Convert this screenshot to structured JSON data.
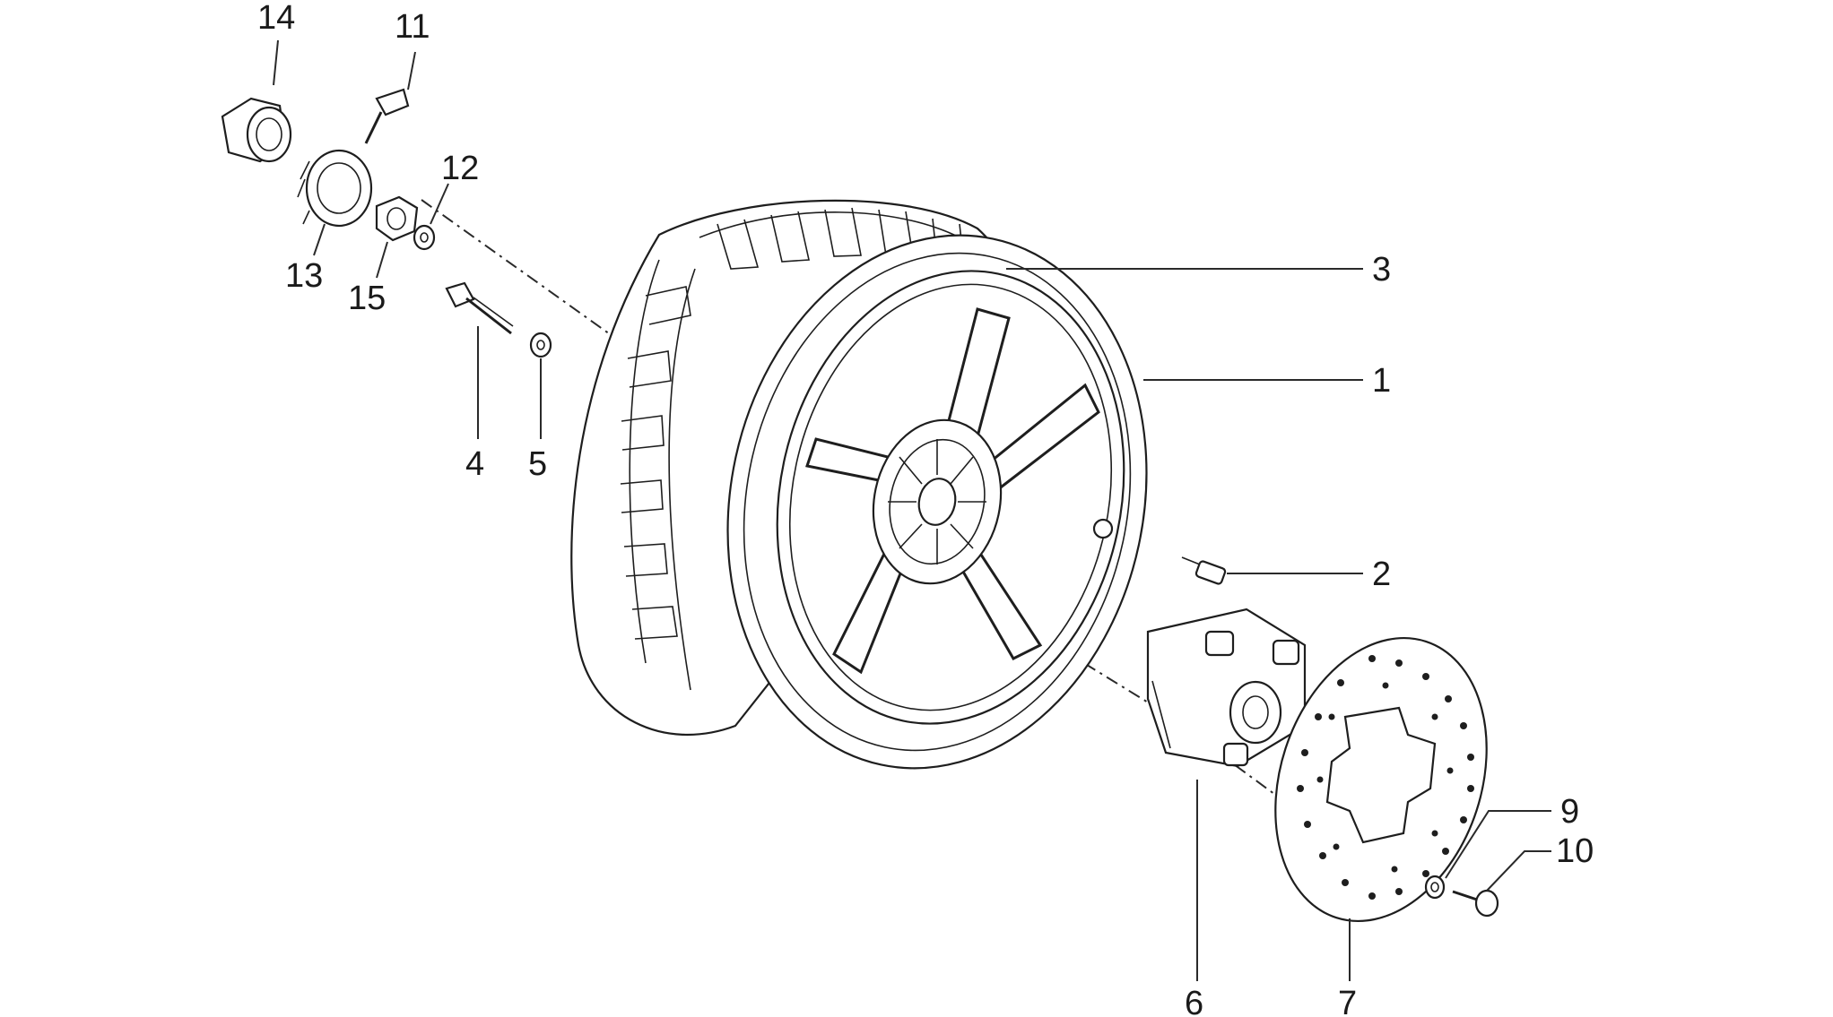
{
  "colors": {
    "line": "#1e1e1e",
    "background": "#ffffff"
  },
  "callouts": [
    {
      "id": "1",
      "text": "1"
    },
    {
      "id": "2",
      "text": "2"
    },
    {
      "id": "3",
      "text": "3"
    },
    {
      "id": "4",
      "text": "4"
    },
    {
      "id": "5",
      "text": "5"
    },
    {
      "id": "6",
      "text": "6"
    },
    {
      "id": "7",
      "text": "7"
    },
    {
      "id": "9",
      "text": "9"
    },
    {
      "id": "10",
      "text": "10"
    },
    {
      "id": "11",
      "text": "11"
    },
    {
      "id": "12",
      "text": "12"
    },
    {
      "id": "13",
      "text": "13"
    },
    {
      "id": "14",
      "text": "14"
    },
    {
      "id": "15",
      "text": "15"
    }
  ]
}
